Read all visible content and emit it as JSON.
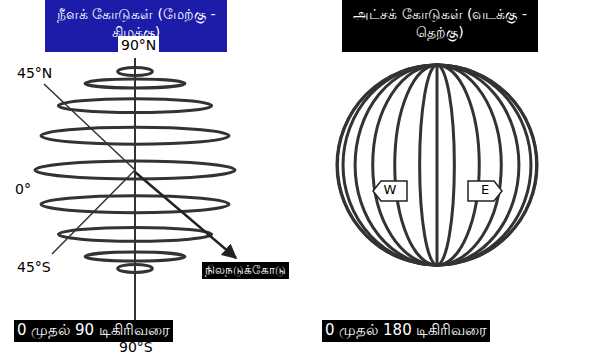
{
  "diagram": {
    "nodes": [
      {
        "text": [
          "நீளக் கோடுகள் (மேற்கு - கிழக்கு)"
        ]
      },
      {
        "text": [
          "அட்சக் கோடுகள் (வடக்கு - தெற்கு)"
        ]
      },
      {
        "text": [
          "W"
        ]
      },
      {
        "text": [
          "E"
        ]
      }
    ],
    "labels": [
      "90°N",
      "45°N",
      "0°",
      "45°S",
      "90°S",
      "நிலநடுக்கோடு",
      "0 முதல் 90 டிகிரிவரை",
      "0 முதல் 180 டிகிரிவரை"
    ]
  }
}
